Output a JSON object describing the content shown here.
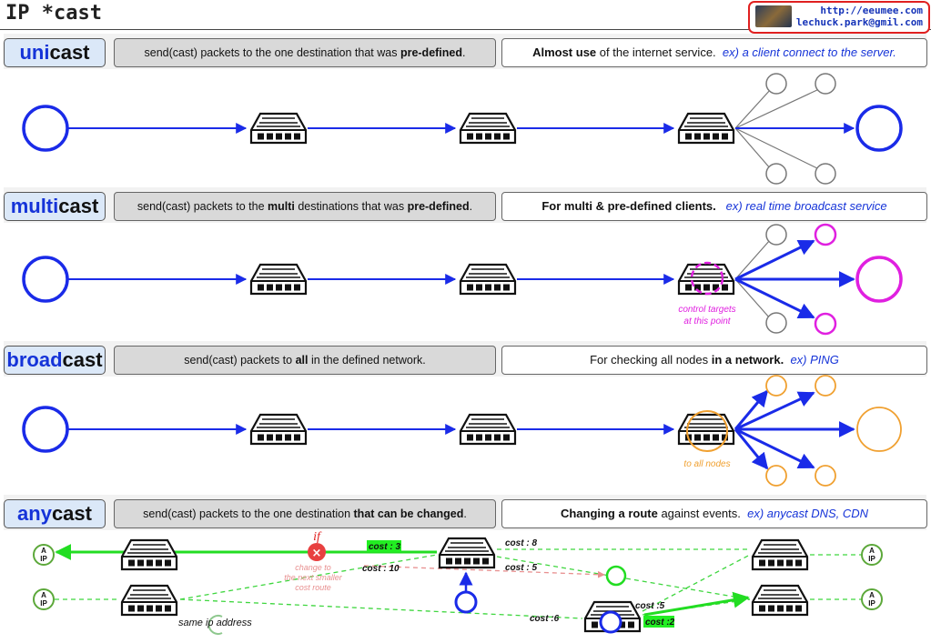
{
  "title": "IP *cast",
  "logo": {
    "url": "http://eeumee.com",
    "email": "lechuck.park@gmil.com"
  },
  "sections": [
    {
      "label_hl": "uni",
      "label_rest": "cast",
      "desc_pre": "send(cast) packets to the one destination that was ",
      "desc_bold": "pre-defined",
      "desc_post": ".",
      "usage_bold": "Almost use",
      "usage_text": " of the internet service.",
      "usage_ex": "ex) a client connect to the server."
    },
    {
      "label_hl": "multi",
      "label_rest": "cast",
      "desc_pre": "send(cast) packets to the ",
      "desc_bold": "multi",
      "desc_mid": " destinations that was ",
      "desc_bold2": "pre-defined",
      "desc_post": ".",
      "usage_bold": "For multi & pre-defined clients.",
      "usage_text": "",
      "usage_ex": "ex) real time broadcast service",
      "note": [
        "control targets",
        "at this point"
      ]
    },
    {
      "label_hl": "broad",
      "label_rest": "cast",
      "desc_pre": "send(cast) packets to ",
      "desc_bold": "all",
      "desc_post": " in the defined network.",
      "usage_pre": "For checking all nodes ",
      "usage_bold": "in a network.",
      "usage_ex": "ex) PING",
      "note": "to all nodes"
    },
    {
      "label_hl": "any",
      "label_rest": "cast",
      "desc_pre": "send(cast) packets to the one destination ",
      "desc_bold": "that can be changed",
      "desc_post": ".",
      "usage_bold": "Changing a route",
      "usage_text": " against events.",
      "usage_ex": "ex) anycast DNS, CDN"
    }
  ],
  "anycast": {
    "costs": [
      "cost : 3",
      "cost : 10",
      "cost : 8",
      "cost : 5",
      "cost :5",
      "cost :2",
      "cost :6"
    ],
    "if_label": "if",
    "change_note": [
      "change to",
      "the next smaller",
      "cost route"
    ],
    "same_ip": "same ip address",
    "node_label_a": "A",
    "node_label_ip": "IP"
  },
  "colors": {
    "blue": "#1a2be8",
    "magenta": "#e020e0",
    "orange": "#f0a030",
    "green": "#22dd22",
    "dashed_green": "#3ed63e",
    "gray": "#777777",
    "red": "#e02020"
  }
}
